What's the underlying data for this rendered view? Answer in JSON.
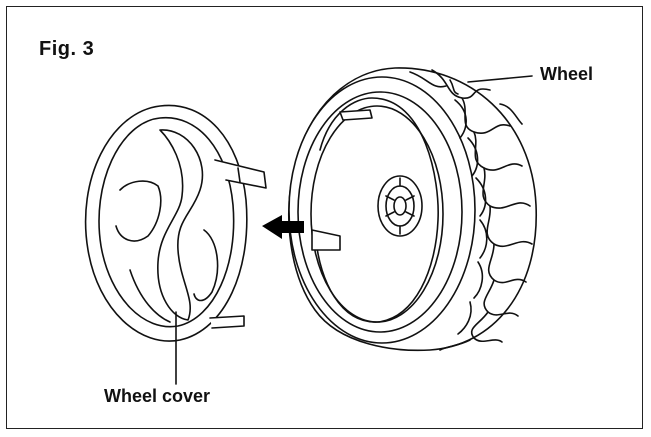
{
  "figure": {
    "label": "Fig. 3",
    "callouts": {
      "wheel": "Wheel",
      "wheel_cover": "Wheel cover"
    }
  },
  "colors": {
    "line": "#111111",
    "arrow": "#000000",
    "paper": "#ffffff"
  }
}
